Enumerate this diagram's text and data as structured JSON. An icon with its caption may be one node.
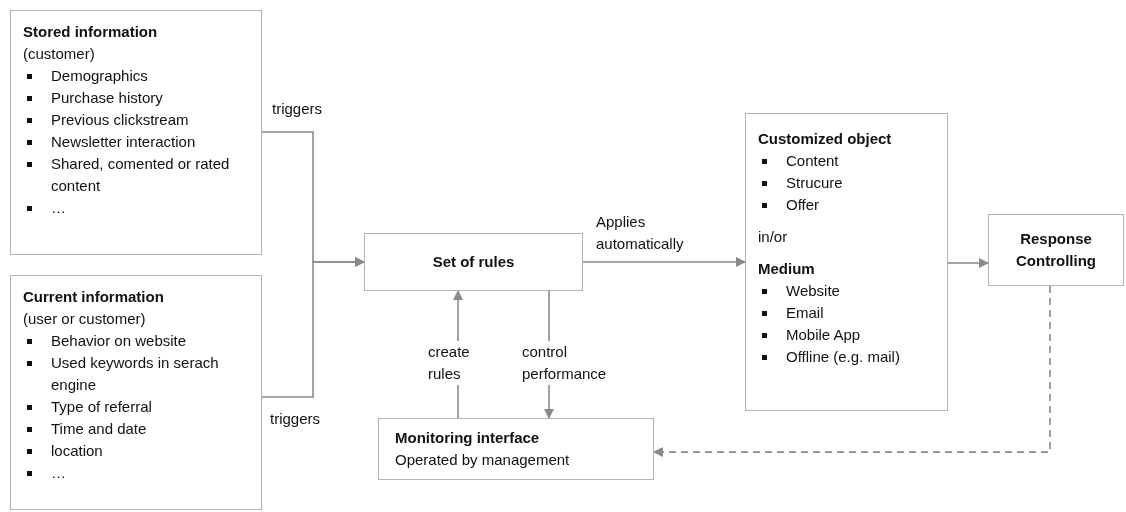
{
  "diagram": {
    "nodes": [
      {
        "text": [
          "Stored information",
          "(customer)",
          "Demographics",
          "Purchase history",
          "Previous clickstream",
          "Newsletter interaction",
          "Shared, comented or rated content",
          "…"
        ]
      },
      {
        "text": [
          "Current information",
          "(user or customer)",
          "Behavior on website",
          "Used keywords in serach engine",
          "Type of referral",
          "Time and date",
          "location",
          "…"
        ]
      },
      {
        "text": [
          "Set of rules"
        ]
      },
      {
        "text": [
          "Customized object",
          "Content",
          "Strucure",
          "Offer",
          "in/or",
          "Medium",
          "Website",
          "Email",
          "Mobile App",
          "Offline (e.g. mail)"
        ]
      },
      {
        "text": [
          "Response Controlling"
        ]
      },
      {
        "text": [
          "Monitoring interface",
          "Operated by management"
        ]
      }
    ],
    "edges": [
      {
        "from": 0,
        "to": 2,
        "arrow": "to",
        "label": "triggers"
      },
      {
        "from": 1,
        "to": 2,
        "arrow": "to",
        "label": "triggers"
      },
      {
        "from": 2,
        "to": 3,
        "arrow": "to",
        "label": "Applies automatically"
      },
      {
        "from": 3,
        "to": 4,
        "arrow": "to"
      },
      {
        "from": 4,
        "to": 5,
        "arrow": "to",
        "style": "dashed"
      },
      {
        "from": 5,
        "to": 2,
        "arrow": "to",
        "label": "create rules"
      },
      {
        "from": 2,
        "to": 5,
        "arrow": "to",
        "label": "control performance"
      }
    ]
  }
}
